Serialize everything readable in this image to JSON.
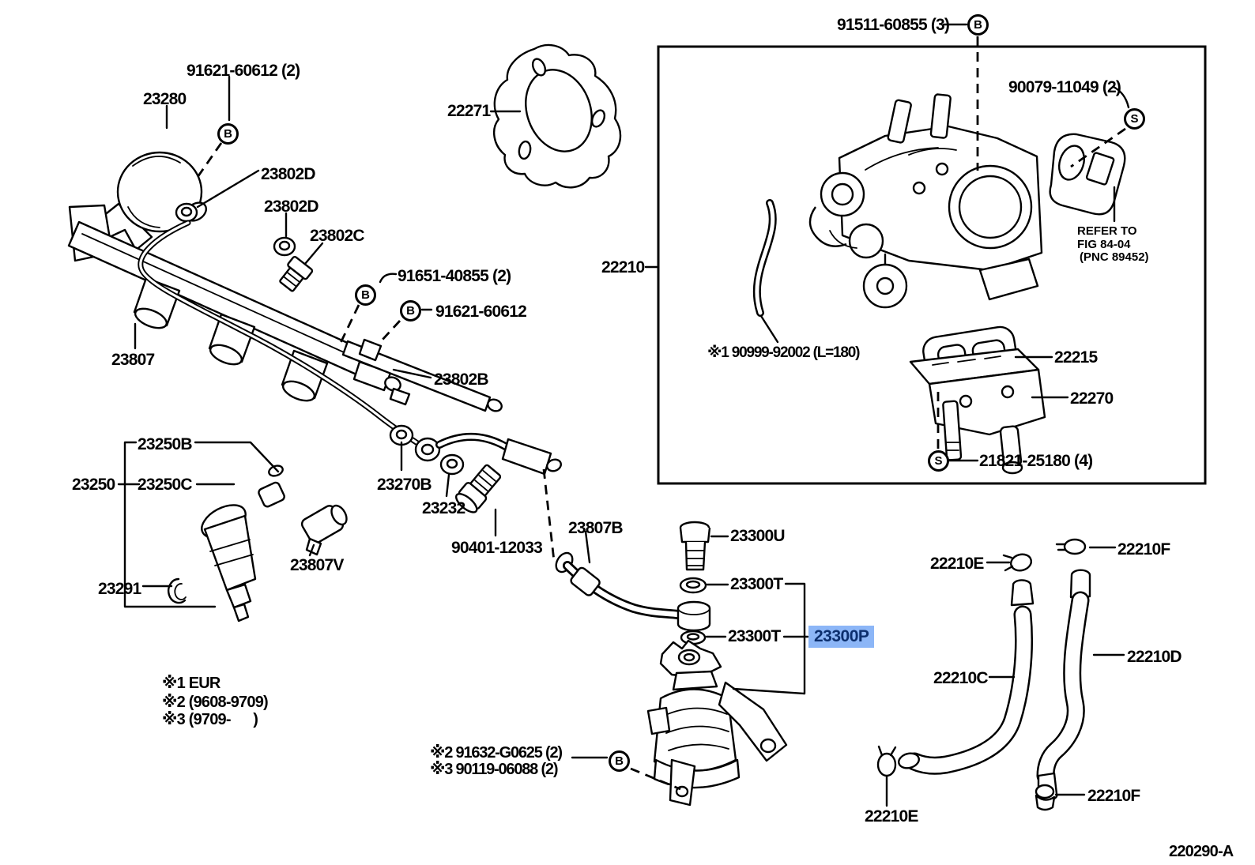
{
  "drawing": {
    "footer_code": "220290-A",
    "highlight_color": "#8cb6f7",
    "highlight_text_color": "#0c2f6e"
  },
  "symbols": {
    "bolt": "B",
    "screw": "S"
  },
  "labels": {
    "l_91621_2": "91621-60612 (2)",
    "l_23280": "23280",
    "l_23802D_a": "23802D",
    "l_23802D_b": "23802D",
    "l_23802C": "23802C",
    "l_91651": "91651-40855 (2)",
    "l_91621": "91621-60612",
    "l_23807": "23807",
    "l_23802B": "23802B",
    "l_23250B": "23250B",
    "l_23250": "23250",
    "l_23250C": "23250C",
    "l_23270B": "23270B",
    "l_23232": "23232",
    "l_90401": "90401-12033",
    "l_23807V": "23807V",
    "l_23291": "23291",
    "l_91632": "※2 91632-G0625 (2)",
    "l_90119": "※3 90119-06088 (2)",
    "l_23807B": "23807B",
    "l_23300U": "23300U",
    "l_23300T_a": "23300T",
    "l_23300T_b": "23300T",
    "l_23300P": "23300P",
    "l_22271": "22271",
    "l_91511": "91511-60855 (3)",
    "l_90079": "90079-11049 (2)",
    "l_22210": "22210",
    "l_90999": "※1 90999-92002 (L=180)",
    "l_22215": "22215",
    "l_22270": "22270",
    "l_21821": "21821-25180 (4)",
    "l_22210E_a": "22210E",
    "l_22210F_a": "22210F",
    "l_22210D": "22210D",
    "l_22210C": "22210C",
    "l_22210E_b": "22210E",
    "l_22210F_b": "22210F"
  },
  "notes": {
    "n1": "※1 EUR",
    "n2": "※2 (9608-9709)",
    "n3": "※3 (9709-      )"
  },
  "refer": {
    "line1": "REFER TO",
    "line2": "FIG 84-04",
    "line3": "(PNC 89452)"
  }
}
